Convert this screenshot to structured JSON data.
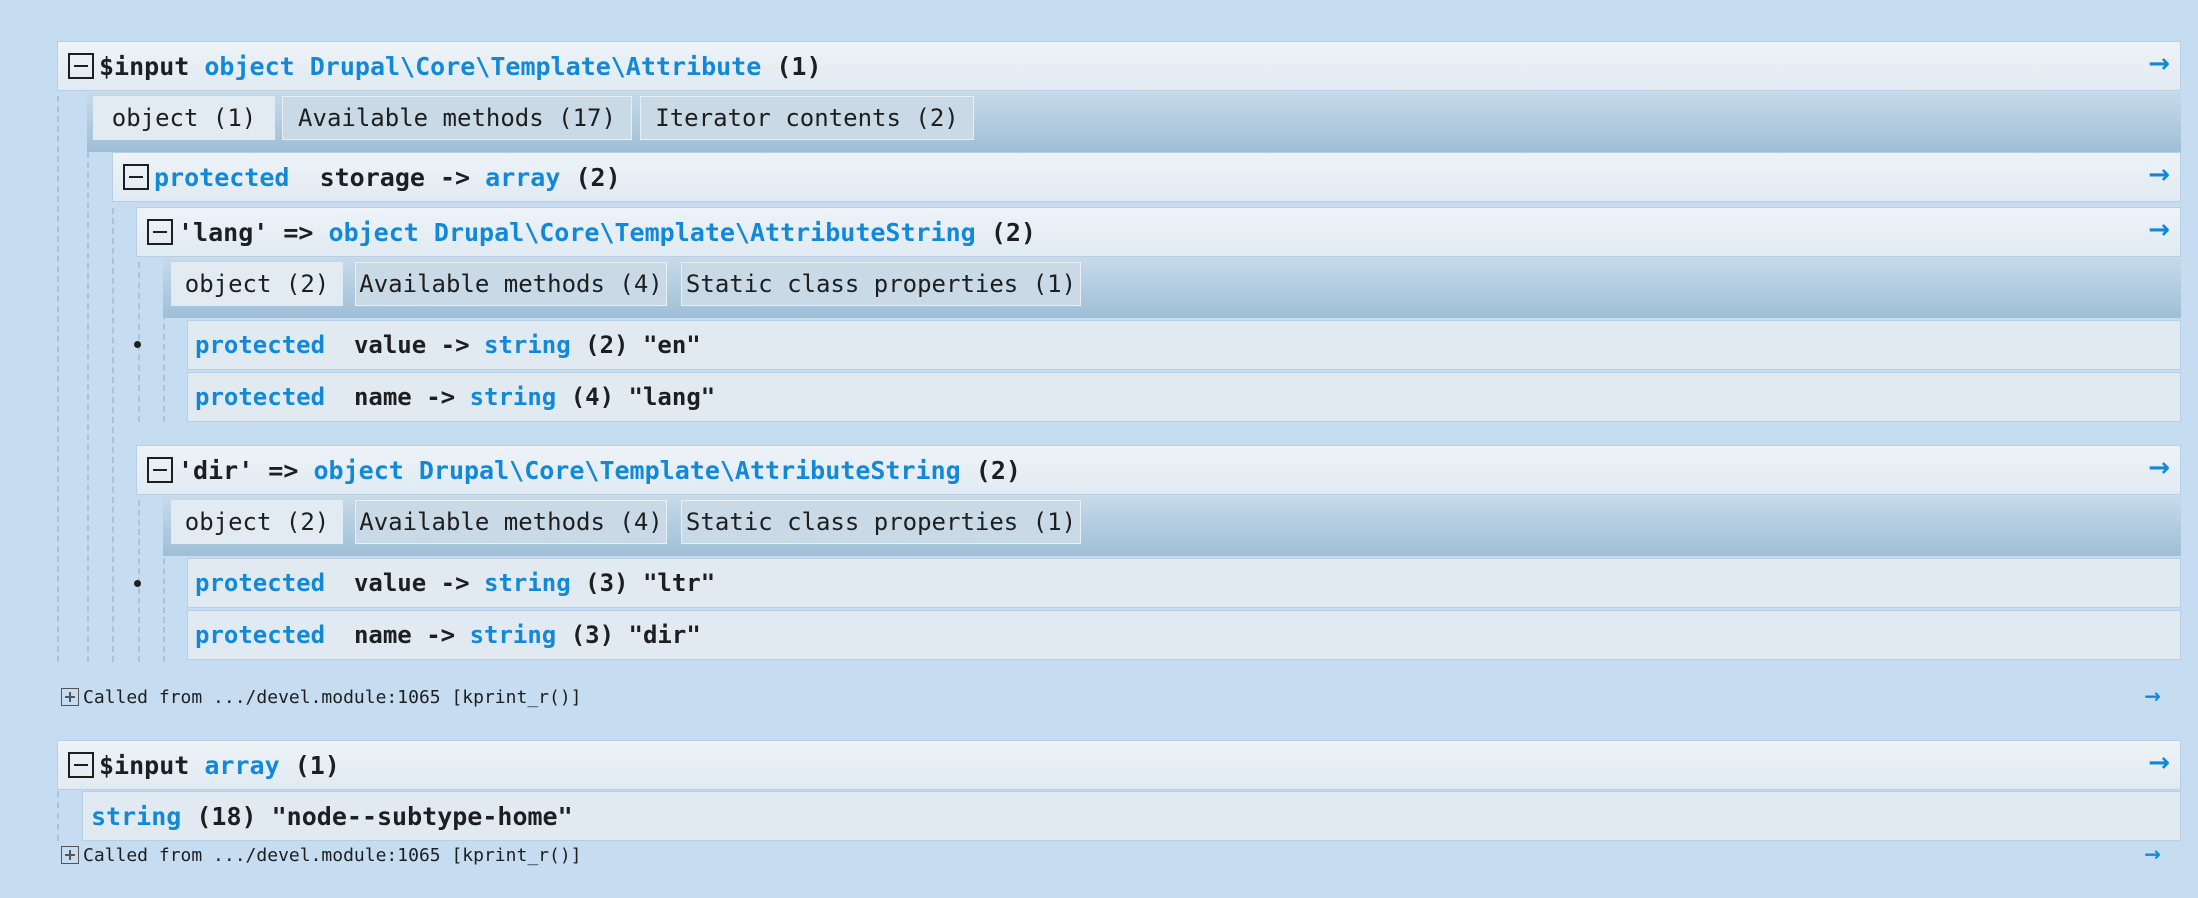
{
  "dump1": {
    "header": {
      "var": "$input",
      "type": "object Drupal\\Core\\Template\\Attribute",
      "count": "(1)"
    },
    "tabs": [
      "object (1)",
      "Available methods (17)",
      "Iterator contents (2)"
    ],
    "storage": {
      "visibility": "protected",
      "name": "storage ->",
      "type": "array",
      "count": "(2)"
    },
    "lang": {
      "key": "'lang' =>",
      "type": "object Drupal\\Core\\Template\\AttributeString",
      "count": "(2)",
      "tabs": [
        "object (2)",
        "Available methods (4)",
        "Static class properties (1)"
      ],
      "props": [
        {
          "visibility": "protected",
          "name": "value ->",
          "type": "string",
          "rest": "(2) \"en\""
        },
        {
          "visibility": "protected",
          "name": "name ->",
          "type": "string",
          "rest": "(4) \"lang\""
        }
      ]
    },
    "dir": {
      "key": "'dir' =>",
      "type": "object Drupal\\Core\\Template\\AttributeString",
      "count": "(2)",
      "tabs": [
        "object (2)",
        "Available methods (4)",
        "Static class properties (1)"
      ],
      "props": [
        {
          "visibility": "protected",
          "name": "value ->",
          "type": "string",
          "rest": "(3) \"ltr\""
        },
        {
          "visibility": "protected",
          "name": "name ->",
          "type": "string",
          "rest": "(3) \"dir\""
        }
      ]
    },
    "called_from": "Called from .../devel.module:1065 [kprint_r()]"
  },
  "dump2": {
    "header": {
      "var": "$input",
      "type": "array",
      "count": "(1)"
    },
    "value": {
      "type": "string",
      "rest": "(18) \"node--subtype-home\""
    },
    "called_from": "Called from .../devel.module:1065 [kprint_r()]"
  },
  "icons": {
    "expand_arrow": "→"
  },
  "colors": {
    "background": "#c6dcf1",
    "accent": "#1289d8",
    "bar": "#e1eaf2"
  }
}
